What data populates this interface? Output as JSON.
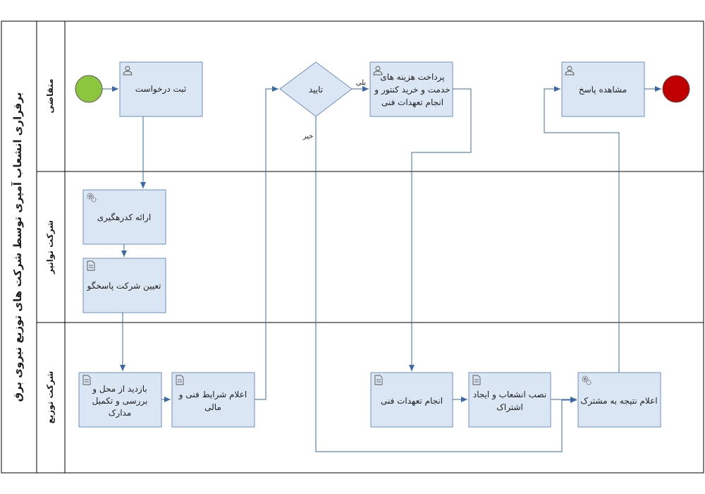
{
  "pool": {
    "title": "برقراری انشعاب آمپری توسط شرکت های توزیع نیروی برق"
  },
  "lanes": {
    "customer": "متقاضی",
    "tavanir": "شرکت توانیر",
    "distribution": "شرکت توزیع"
  },
  "tasks": {
    "register_request": [
      "ثبت درخواست"
    ],
    "provide_guideline": [
      "ارائه کدرهگیری"
    ],
    "assign_company": [
      "تعیین شرکت پاسخگو"
    ],
    "site_visit": [
      "بازدید از محل و",
      "بررسی و تکمیل",
      "مدارک"
    ],
    "announce_terms": [
      "اعلام شرایط فنی و",
      "مالی"
    ],
    "pay_costs": [
      "پرداخت هزینه های",
      "خدمت و خرید کنتور و",
      "انجام تعهدات فنی"
    ],
    "technical_commitments": [
      "انجام تعهدات فنی"
    ],
    "install_branch": [
      "نصب انشعاب و ایجاد",
      "اشتراک"
    ],
    "announce_result": [
      "اعلام نتیجه به مشترک"
    ],
    "view_response": [
      "مشاهده پاسخ"
    ]
  },
  "gateway": {
    "label": "تایید",
    "yes": "بلی",
    "no": "خیر"
  },
  "colors": {
    "start": "#8cc63f",
    "end": "#c00000",
    "task_fill": "#dae6f3",
    "task_border": "#6f8fbf",
    "flow": "#3b68a9"
  },
  "icons": {
    "user_task": "user-icon",
    "service_task": "gear-icon",
    "manual_task": "document-icon"
  }
}
